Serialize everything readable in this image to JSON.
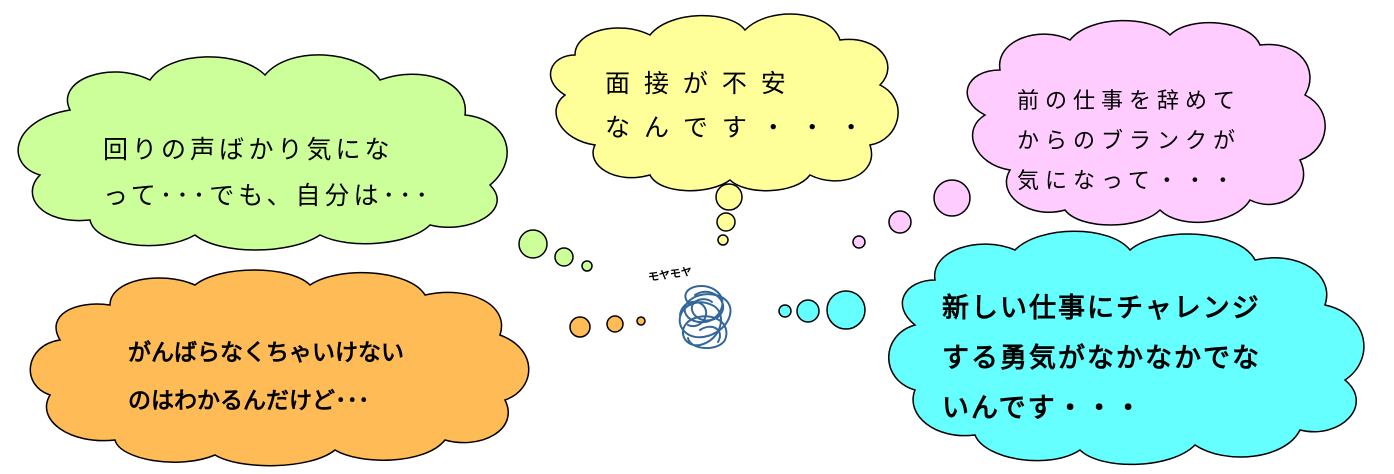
{
  "colors": {
    "green": "#ccff99",
    "yellow": "#ffff99",
    "pink": "#ffccff",
    "orange": "#ffbb55",
    "cyan": "#66ffff",
    "scribble": "#336699",
    "outline": "#000000"
  },
  "center": {
    "label": "モヤモヤ"
  },
  "clouds": {
    "green": {
      "lines": [
        "回りの声ばかり気にな",
        "って･･･でも、自分は･･･"
      ]
    },
    "yellow": {
      "lines": [
        "面 接 が 不 安",
        "な ん で す ・ ・ ・"
      ]
    },
    "pink": {
      "lines": [
        "前の仕事を辞めて",
        "からのブランクが",
        "気になって・・・"
      ]
    },
    "orange": {
      "lines": [
        "がんばらなくちゃいけない",
        "のはわかるんだけど･･･"
      ]
    },
    "cyan": {
      "lines": [
        "新しい仕事にチャレンジ",
        "する勇気がなかなかでな",
        "いんです・・・"
      ]
    }
  }
}
